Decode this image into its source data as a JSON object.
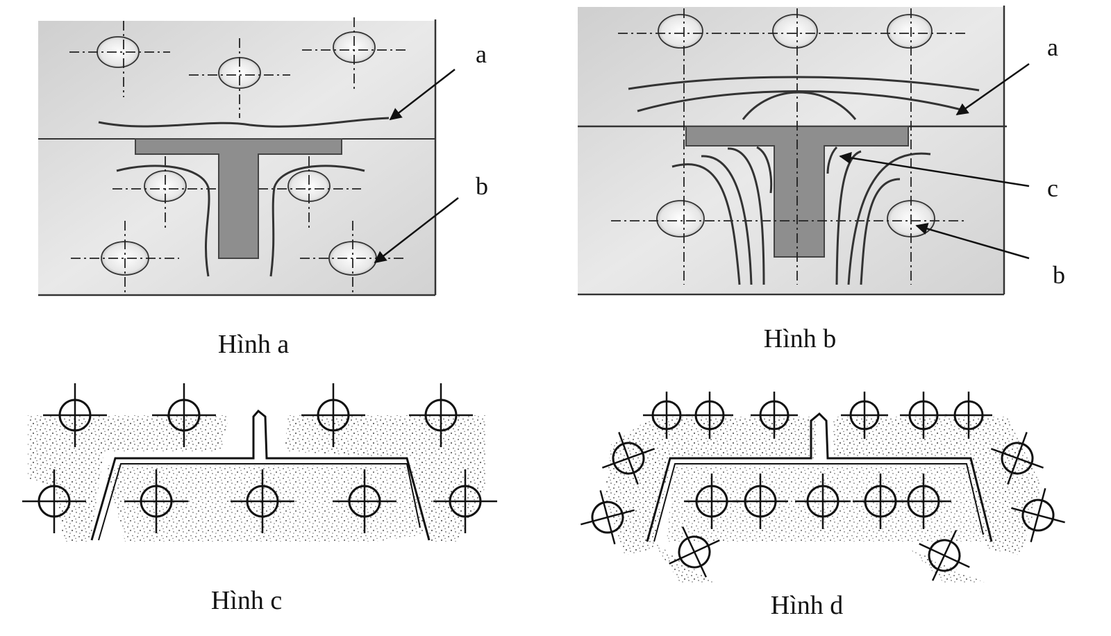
{
  "panels": {
    "a": {
      "caption": "Hình a",
      "labels": [
        "a",
        "b"
      ]
    },
    "b": {
      "caption": "Hình b",
      "labels": [
        "a",
        "c",
        "b"
      ]
    },
    "c": {
      "caption": "Hình c"
    },
    "d": {
      "caption": "Hình d"
    }
  },
  "colors": {
    "plate": "#d6d6d6",
    "plate_light": "#eeeeee",
    "tool": "#8e8e8e",
    "ink": "#2a2a2a",
    "stipple": "#333333"
  }
}
